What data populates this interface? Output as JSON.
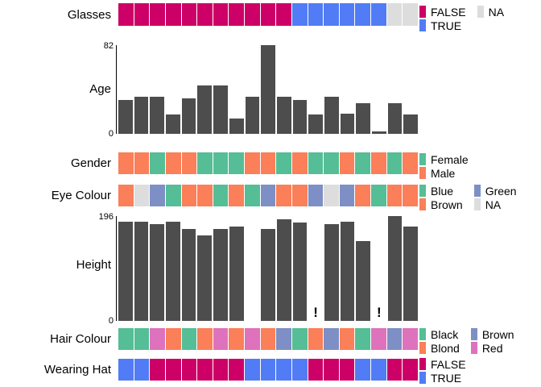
{
  "palette": {
    "false": "#CC0066",
    "true": "#527CF5",
    "na": "#DDDDDD",
    "female": "#55BE96",
    "male": "#FB7F58",
    "blue": "#55BE96",
    "brown": "#FB7F58",
    "green": "#7D8FC4",
    "black": "#55BE96",
    "blond": "#FB7F58",
    "brown_hair": "#7D8FC4",
    "red": "#DE72BC",
    "bar": "#4d4d4d"
  },
  "n_observations": 19,
  "chart_data": {
    "type": "bar",
    "title": "",
    "xlabel": "",
    "ylabel": "",
    "grid": false,
    "legend_position": "right",
    "panels": [
      {
        "name": "Glasses",
        "label": "Glasses",
        "type": "categorical",
        "values": [
          "FALSE",
          "FALSE",
          "FALSE",
          "FALSE",
          "FALSE",
          "FALSE",
          "FALSE",
          "FALSE",
          "FALSE",
          "FALSE",
          "FALSE",
          "TRUE",
          "TRUE",
          "TRUE",
          "TRUE",
          "TRUE",
          "TRUE",
          "NA",
          "NA"
        ],
        "legend": [
          [
            {
              "label": "FALSE",
              "color": "#CC0066"
            },
            {
              "label": "TRUE",
              "color": "#527CF5"
            }
          ],
          [
            {
              "label": "NA",
              "color": "#DDDDDD"
            }
          ]
        ]
      },
      {
        "name": "Age",
        "label": "Age",
        "type": "numeric",
        "ymin": 0,
        "ymax": 82,
        "ytick_top": "82",
        "ytick_bottom": "0",
        "values": [
          31,
          34,
          34,
          18,
          33,
          45,
          45,
          14,
          34,
          82,
          34,
          31,
          18,
          34,
          19,
          28,
          2,
          28,
          18
        ],
        "legend": []
      },
      {
        "name": "Gender",
        "label": "Gender",
        "type": "categorical",
        "values": [
          "Male",
          "Male",
          "Female",
          "Male",
          "Male",
          "Female",
          "Female",
          "Female",
          "Male",
          "Male",
          "Female",
          "Male",
          "Female",
          "Female",
          "Male",
          "Female",
          "Male",
          "Female",
          "Male"
        ],
        "legend": [
          [
            {
              "label": "Female",
              "color": "#55BE96"
            },
            {
              "label": "Male",
              "color": "#FB7F58"
            }
          ]
        ]
      },
      {
        "name": "Eye Colour",
        "label": "Eye Colour",
        "type": "categorical",
        "values": [
          "Brown",
          "NA",
          "Green",
          "Blue",
          "Brown",
          "Brown",
          "Blue",
          "Brown",
          "Blue",
          "Green",
          "Brown",
          "Brown",
          "Green",
          "NA",
          "Green",
          "Brown",
          "Blue",
          "Brown",
          "Brown"
        ],
        "legend": [
          [
            {
              "label": "Blue",
              "color": "#55BE96"
            },
            {
              "label": "Brown",
              "color": "#FB7F58"
            }
          ],
          [
            {
              "label": "Green",
              "color": "#7D8FC4"
            },
            {
              "label": "NA",
              "color": "#DDDDDD"
            }
          ]
        ]
      },
      {
        "name": "Height",
        "label": "Height",
        "type": "numeric",
        "ymin": 0,
        "ymax": 196,
        "ytick_top": "196",
        "ytick_bottom": "0",
        "values": [
          186,
          186,
          181,
          186,
          172,
          160,
          172,
          177,
          null,
          172,
          190,
          184,
          null,
          181,
          186,
          150,
          null,
          196,
          177
        ],
        "flags": [
          false,
          false,
          false,
          false,
          false,
          false,
          false,
          false,
          false,
          false,
          false,
          false,
          true,
          false,
          false,
          false,
          true,
          false,
          false
        ],
        "flag_symbol": "!",
        "legend": []
      },
      {
        "name": "Hair Colour",
        "label": "Hair Colour",
        "type": "categorical",
        "values": [
          "Black",
          "Black",
          "Red",
          "Blond",
          "Black",
          "Blond",
          "Red",
          "Blond",
          "Red",
          "Blond",
          "Brown",
          "Black",
          "Blond",
          "Brown",
          "Blond",
          "Black",
          "Red",
          "Brown",
          "Red"
        ],
        "legend": [
          [
            {
              "label": "Black",
              "color": "#55BE96"
            },
            {
              "label": "Blond",
              "color": "#FB7F58"
            }
          ],
          [
            {
              "label": "Brown",
              "color": "#7D8FC4"
            },
            {
              "label": "Red",
              "color": "#DE72BC"
            }
          ]
        ]
      },
      {
        "name": "Wearing Hat",
        "label": "Wearing Hat",
        "type": "categorical",
        "values": [
          "TRUE",
          "TRUE",
          "FALSE",
          "FALSE",
          "FALSE",
          "FALSE",
          "FALSE",
          "FALSE",
          "TRUE",
          "TRUE",
          "TRUE",
          "TRUE",
          "FALSE",
          "FALSE",
          "FALSE",
          "TRUE",
          "TRUE",
          "FALSE",
          "FALSE"
        ],
        "legend": [
          [
            {
              "label": "FALSE",
              "color": "#CC0066"
            },
            {
              "label": "TRUE",
              "color": "#527CF5"
            }
          ]
        ]
      }
    ]
  }
}
